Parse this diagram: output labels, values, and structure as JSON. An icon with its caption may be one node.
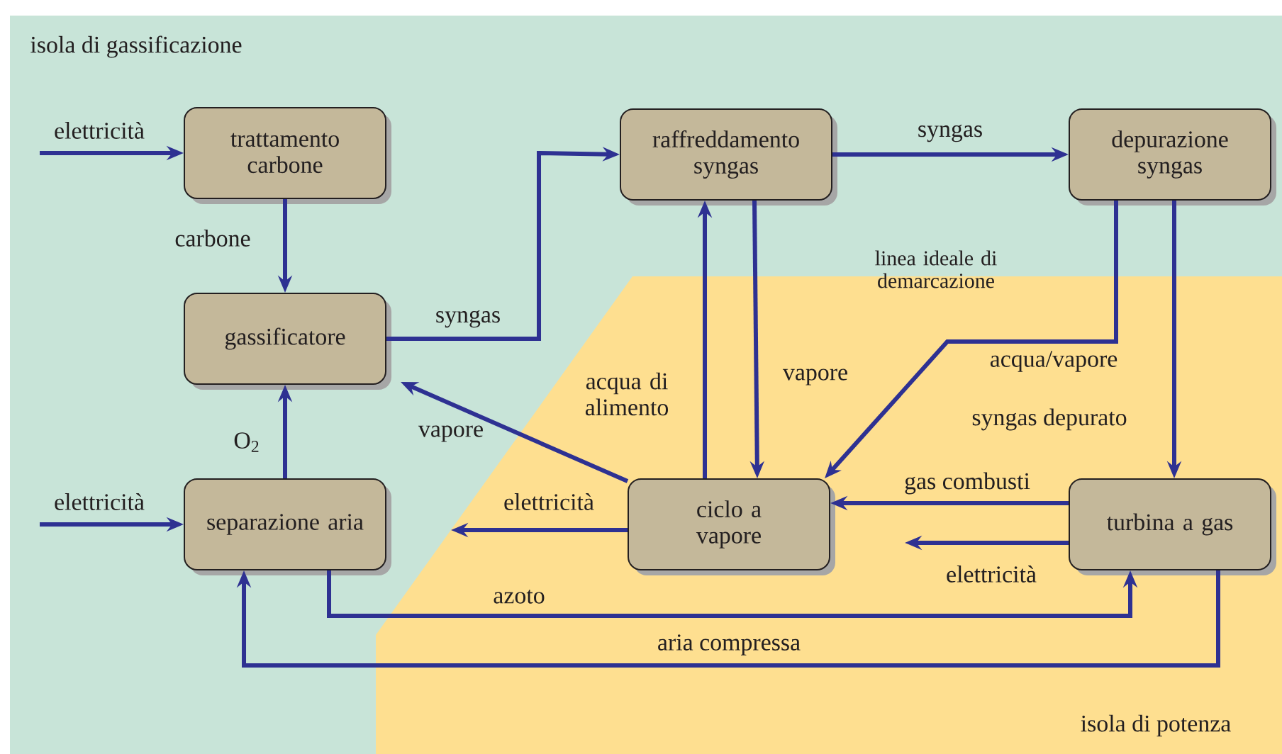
{
  "diagram": {
    "nodes": [
      {
        "text": [
          "trattamento carbone"
        ]
      },
      {
        "text": [
          "gassificatore"
        ]
      },
      {
        "text": [
          "raffreddamento syngas"
        ]
      },
      {
        "text": [
          "depurazione syngas"
        ]
      },
      {
        "text": [
          "separazione aria"
        ]
      },
      {
        "text": [
          "ciclo a vapore"
        ]
      },
      {
        "text": [
          "turbina a gas"
        ]
      }
    ],
    "edges": [
      {
        "from": null,
        "to": 0,
        "arrow": "to",
        "label": "elettricità"
      },
      {
        "from": 0,
        "to": 1,
        "arrow": "to",
        "label": "carbone"
      },
      {
        "from": 1,
        "to": 2,
        "arrow": "to",
        "label": "syngas"
      },
      {
        "from": 2,
        "to": 3,
        "arrow": "to",
        "label": "syngas"
      },
      {
        "from": 4,
        "to": 1,
        "arrow": "to",
        "label": "O$_{2}$"
      },
      {
        "from": null,
        "to": 4,
        "arrow": "to",
        "label": "elettricità"
      },
      {
        "from": 5,
        "to": 1,
        "arrow": "to",
        "label": "vapore"
      },
      {
        "from": 5,
        "to": 2,
        "arrow": "to",
        "label": "acqua di alimento"
      },
      {
        "from": 2,
        "to": 5,
        "arrow": "to",
        "label": "vapore"
      },
      {
        "from": 3,
        "to": 5,
        "arrow": "to",
        "label": "acqua/vapore"
      },
      {
        "from": 3,
        "to": 6,
        "arrow": "to",
        "label": "syngas depurato"
      },
      {
        "from": 6,
        "to": 5,
        "arrow": "to",
        "label": "gas combusti"
      },
      {
        "from": 6,
        "to": null,
        "arrow": "to",
        "label": "elettricità"
      },
      {
        "from": 5,
        "to": null,
        "arrow": "to",
        "label": "elettricità"
      },
      {
        "from": 4,
        "to": 6,
        "arrow": "to",
        "label": "azoto"
      },
      {
        "from": 6,
        "to": 4,
        "arrow": "to",
        "label": "aria compressa"
      }
    ],
    "labels": [
      "isola di gassificazione",
      "linea ideale di demarcazione",
      "isola di potenza"
    ]
  }
}
